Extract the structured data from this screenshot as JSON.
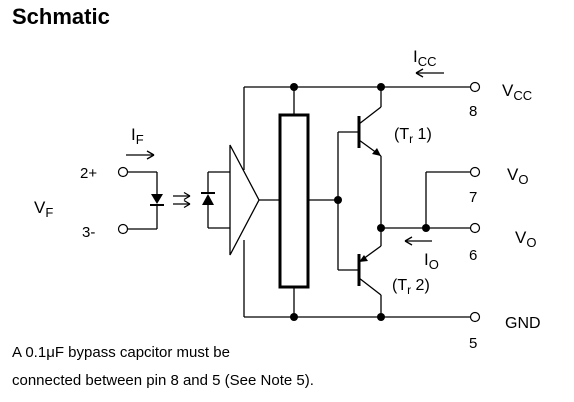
{
  "title": "Schmatic",
  "labels": {
    "icc": "I",
    "icc_sub": "CC",
    "vcc": "V",
    "vcc_sub": "CC",
    "pin8": "8",
    "tr1": "(T",
    "tr1_sub": "r",
    "tr1_num": " 1)",
    "if": "I",
    "if_sub": "F",
    "plus": "2+",
    "minus": "3-",
    "vf": "V",
    "vf_sub": "F",
    "vo7": "V",
    "vo7_sub": "O",
    "pin7": "7",
    "vo6": "V",
    "vo6_sub": "O",
    "pin6": "6",
    "io": "I",
    "io_sub": "O",
    "tr2": "(T",
    "tr2_sub": "r",
    "tr2_num": " 2)",
    "gnd": "GND",
    "pin5": "5"
  },
  "note": {
    "line1": "A 0.1μF bypass capcitor must be",
    "line2": "connected between pin 8 and 5 (See Note 5)."
  }
}
